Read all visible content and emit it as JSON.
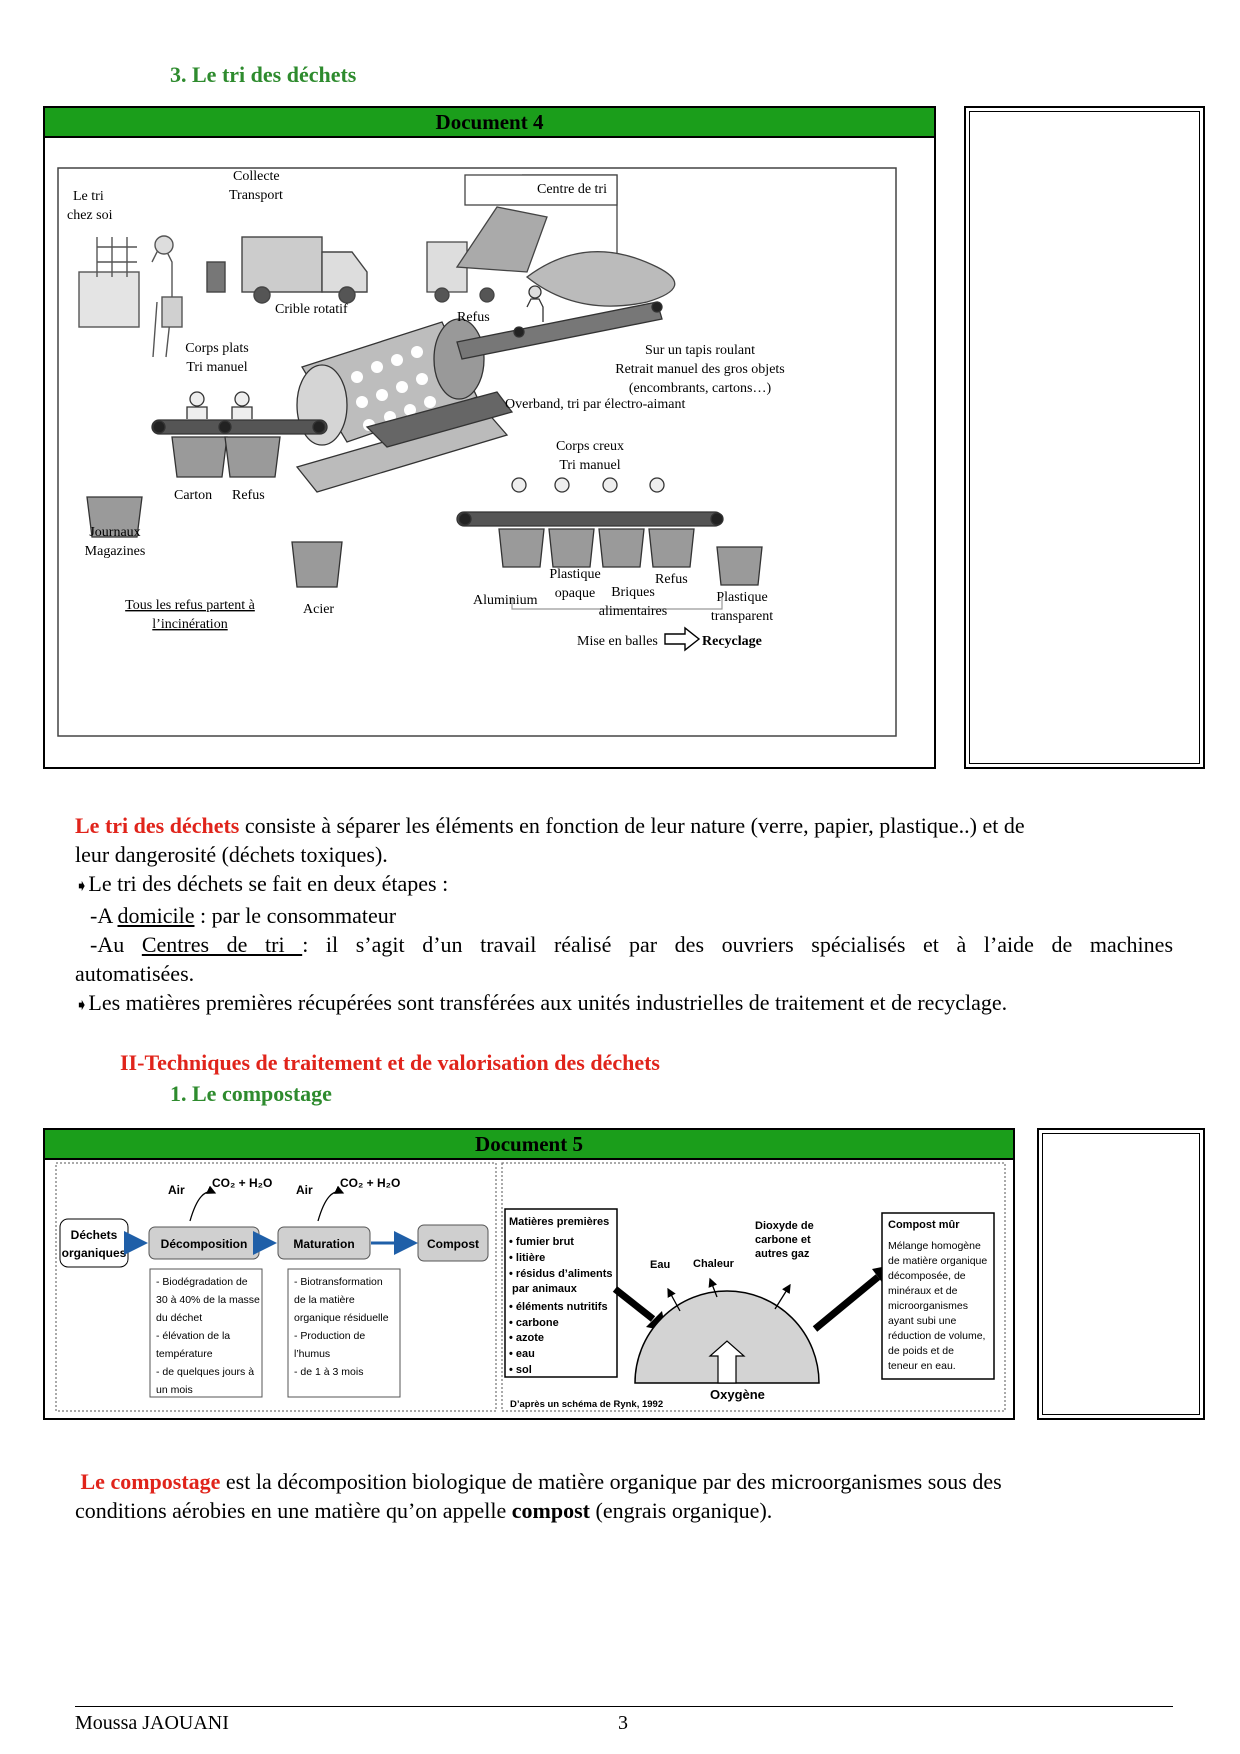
{
  "section_3_title": "3.   Le tri des déchets",
  "doc4": {
    "header": "Document 4",
    "labels": {
      "tri_chez_soi": [
        "Le tri",
        "chez soi"
      ],
      "collecte": [
        "Collecte",
        "Transport"
      ],
      "centre_de_tri": "Centre de tri",
      "crible": "Crible rotatif",
      "refus_top": "Refus",
      "tapis": [
        "Sur un tapis roulant",
        "Retrait manuel des gros objets",
        "(encombrants, cartons…)"
      ],
      "corps_plats": [
        "Corps plats",
        "Tri manuel"
      ],
      "overband": "Overband, tri par électro-aimant",
      "corps_creux": [
        "Corps creux",
        "Tri manuel"
      ],
      "carton": "Carton",
      "refus_left": "Refus",
      "journaux": [
        "Journaux",
        "Magazines"
      ],
      "acier": "Acier",
      "aluminium": "Aluminium",
      "plastique_opaque": [
        "Plastique",
        "opaque"
      ],
      "briques": [
        "Briques",
        "alimentaires"
      ],
      "refus_right": "Refus",
      "plastique_transparent": [
        "Plastique",
        "transparent"
      ],
      "incineration": [
        "Tous les refus partent à",
        "l’incinération"
      ],
      "mise_en_balles": "Mise en balles",
      "recyclage": "Recyclage"
    }
  },
  "text_tri": {
    "term": "Le tri des déchets",
    "def_rest": " consiste à séparer les éléments en fonction de leur nature (verre, papier, plastique..) et de",
    "def_line2": "leur dangerosité (déchets toxiques).",
    "bullet1": "Le tri des déchets se fait en deux étapes :",
    "step1_prefix": "-A ",
    "step1_key": "domicile",
    "step1_rest": " : par le consommateur",
    "step2_prefix": "-Au ",
    "step2_key": "Centres de tri ",
    "step2_rest": ": il s’agit d’un travail réalisé par des ouvriers spécialisés et à l’aide de machines",
    "step2_line2": "automatisées.",
    "bullet2": "Les matières premières récupérées sont transférées aux unités industrielles de traitement et de recyclage.",
    "bullet_glyph": "➧"
  },
  "section_II_title": "II-Techniques de traitement et de valorisation des déchets",
  "section_1_title": "1.   Le compostage",
  "doc5": {
    "header": "Document 5",
    "flow": {
      "box1": [
        "Déchets",
        "organiques"
      ],
      "box2": "Décomposition",
      "box3": "Maturation",
      "box4": "Compost",
      "air": "Air",
      "co2": "CO₂ + H₂O",
      "notes2": [
        "- Biodégradation de",
        "30 à 40% de la masse",
        "du déchet",
        "- élévation de la",
        "température",
        "- de quelques jours à",
        "un mois"
      ],
      "notes3": [
        "- Biotransformation",
        "de la matière",
        "organique résiduelle",
        "- Production de",
        "l’humus",
        "- de 1 à 3 mois"
      ]
    },
    "rynk": {
      "matieres_title": "Matières premières",
      "matieres": [
        "• fumier brut",
        "• litière",
        "• résidus d’aliments",
        "   par animaux",
        "• éléments nutritifs",
        "• carbone",
        "• azote",
        "• eau",
        "• sol"
      ],
      "eau": "Eau",
      "chaleur": "Chaleur",
      "dioxyde": [
        "Dioxyde de",
        "carbone et",
        "autres gaz"
      ],
      "oxygene": "Oxygène",
      "source": "D’après un schéma de Rynk, 1992",
      "compost_title": "Compost mûr",
      "compost_desc": [
        "Mélange homogène",
        "de matière organique",
        "décomposée, de",
        "minéraux et de",
        "microorganismes",
        "ayant subi une",
        "réduction de volume,",
        "de poids et de",
        "teneur en eau."
      ]
    }
  },
  "text_compost": {
    "term": "Le compostage",
    "rest": " est la décomposition biologique de matière organique par des microorganismes sous des",
    "line2_a": "conditions aérobies en une matière qu’on appelle ",
    "line2_b": "compost",
    "line2_c": " (engrais organique)."
  },
  "footer": {
    "author": "Moussa JAOUANI",
    "page": "3"
  }
}
